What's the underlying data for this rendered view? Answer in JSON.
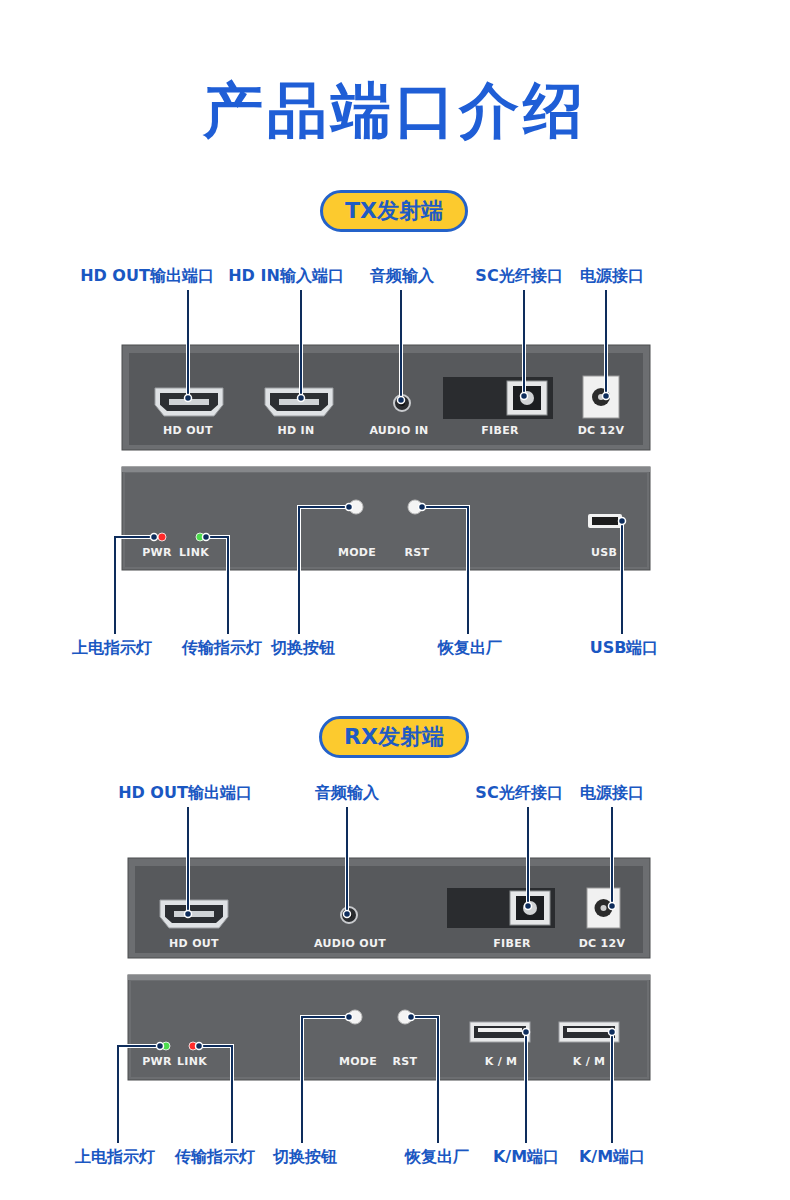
{
  "diagram": {
    "title": "产品端口介绍",
    "nodes": [
      {
        "text": [
          "TX发射端"
        ]
      },
      {
        "text": [
          "HD OUT",
          "HD IN",
          "AUDIO IN",
          "FIBER",
          "DC 12V"
        ]
      },
      {
        "text": [
          "PWR",
          "LINK",
          "MODE",
          "RST",
          "USB"
        ]
      },
      {
        "text": [
          "RX发射端"
        ]
      },
      {
        "text": [
          "HD OUT",
          "AUDIO OUT",
          "FIBER",
          "DC 12V"
        ]
      },
      {
        "text": [
          "PWR",
          "LINK",
          "MODE",
          "RST",
          "K / M",
          "K / M"
        ]
      }
    ],
    "labels": [
      "HD OUT输出端口",
      "HD IN输入端口",
      "音频输入",
      "SC光纤接口",
      "电源接口",
      "上电指示灯",
      "传输指示灯",
      "切换按钮",
      "恢复出厂",
      "USB端口",
      "HD OUT输出端口",
      "音频输入",
      "SC光纤接口",
      "电源接口",
      "上电指示灯",
      "传输指示灯",
      "切换按钮",
      "恢复出厂",
      "K/M端口",
      "K/M端口"
    ]
  }
}
